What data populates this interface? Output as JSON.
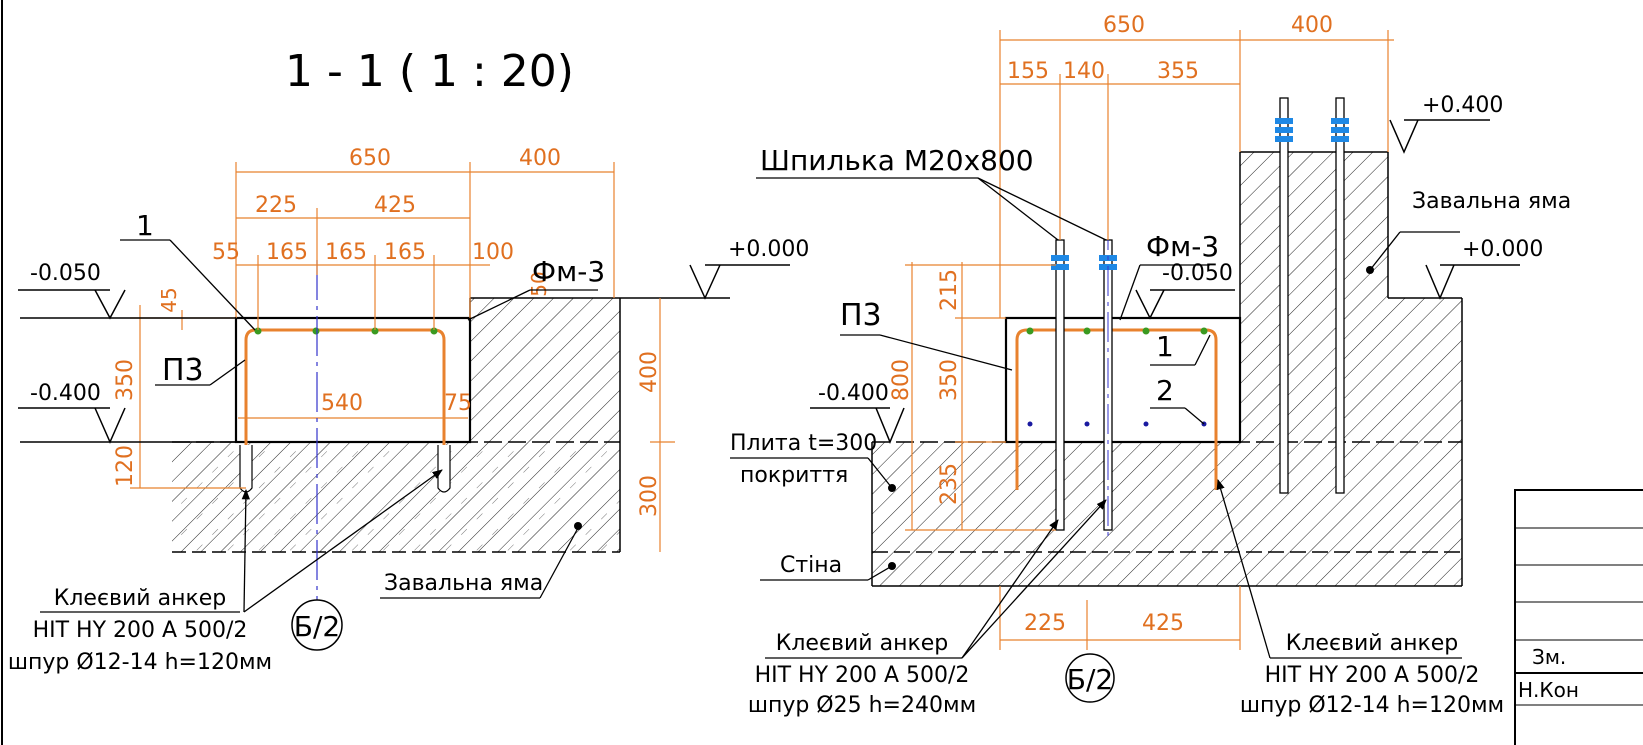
{
  "left": {
    "title": "1 - 1 ( 1 : 20)",
    "dims": {
      "d650": "650",
      "d400": "400",
      "d225": "225",
      "d425": "425",
      "d55": "55",
      "d165a": "165",
      "d165b": "165",
      "d165c": "165",
      "d100": "100",
      "d45": "45",
      "d50": "50",
      "d350": "350",
      "d120": "120",
      "d540": "540",
      "d75": "75",
      "d400v": "400",
      "d300v": "300"
    },
    "levels": {
      "top": "-0.050",
      "bottom": "-0.400",
      "ground": "+0.000"
    },
    "labels": {
      "pos1": "1",
      "p3": "П3",
      "fm3": "Фм-3",
      "pit": "Завальна яма",
      "anchor1": "Клеєвий анкер",
      "anchor2": "HIT HY 200 A 500/2",
      "anchor3": "шпур Ø12-14 h=120мм",
      "axis": "Б/2"
    }
  },
  "right": {
    "dims": {
      "d650": "650",
      "d400": "400",
      "d155": "155",
      "d140": "140",
      "d355": "355",
      "d215": "215",
      "d800": "800",
      "d350": "350",
      "d235": "235",
      "d225": "225",
      "d425": "425"
    },
    "levels": {
      "p400": "+0.400",
      "p000": "+0.000",
      "m050": "-0.050",
      "m400": "-0.400"
    },
    "labels": {
      "stud": "Шпилька М20х800",
      "fm3": "Фм-3",
      "p3": "П3",
      "pos1": "1",
      "pos2": "2",
      "pit": "Завальна яма",
      "slab1": "Плита t=300",
      "slab2": "покриття",
      "wall": "Стіна",
      "anchorL1": "Клеєвий анкер",
      "anchorL2": "HIT HY 200 A 500/2",
      "anchorL3": "шпур Ø25 h=240мм",
      "anchorR1": "Клеєвий анкер",
      "anchorR2": "HIT HY 200 A 500/2",
      "anchorR3": "шпур Ø12-14 h=120мм",
      "axis": "Б/2"
    }
  },
  "titleblock": {
    "row1": "Зм.",
    "row2": "Н.Кон"
  },
  "colors": {
    "dimension": "#e8822e",
    "rebar": "#e8822e",
    "stud": "#1e88e5",
    "axis": "#3333cc",
    "rebar_dot": "#3a9a20"
  }
}
